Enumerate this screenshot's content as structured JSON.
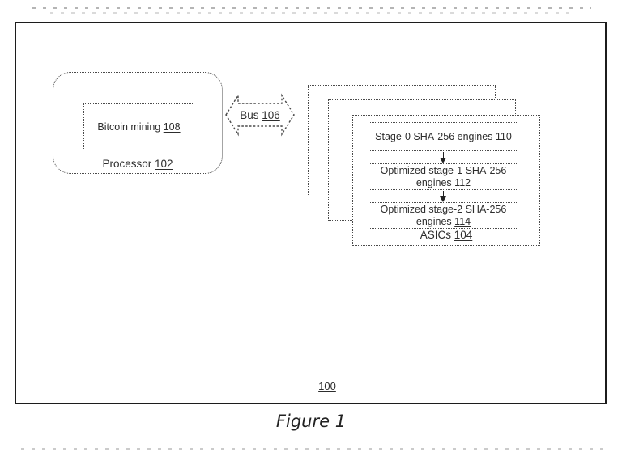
{
  "figure": {
    "caption": "Figure 1",
    "system_ref": "100"
  },
  "processor": {
    "label": "Processor",
    "ref": "102",
    "bitcoin_mining": {
      "label": "Bitcoin mining",
      "ref": "108"
    }
  },
  "bus": {
    "label": "Bus",
    "ref": "106"
  },
  "asics": {
    "label": "ASICs",
    "ref": "104",
    "stacked_cards": 4,
    "engines": [
      {
        "lines": [
          "Stage-0 SHA-256 engines"
        ],
        "ref": "110"
      },
      {
        "lines": [
          "Optimized stage-1 SHA-256",
          "engines"
        ],
        "ref": "112"
      },
      {
        "lines": [
          "Optimized stage-2 SHA-256",
          "engines"
        ],
        "ref": "114"
      }
    ]
  },
  "colors": {
    "diagram_line": "#4a4a4a",
    "text": "#2d2d2d",
    "outer_border": "#1c1c1c",
    "background": "#ffffff"
  }
}
